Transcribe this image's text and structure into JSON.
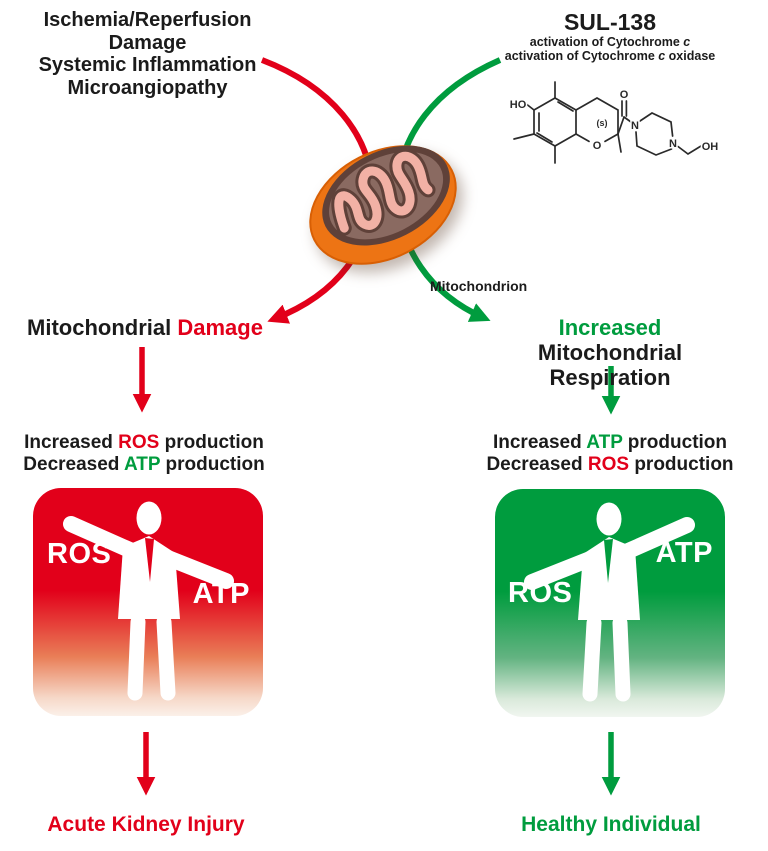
{
  "colors": {
    "pathway_red": "#E2001A",
    "pathway_green": "#009C3E",
    "mito_orange": "#ED7414",
    "mito_inner_brown": "#5F4139",
    "mito_cristae_pink": "#F2B1A5"
  },
  "causes": {
    "line1": "Ischemia/Reperfusion Damage",
    "line2": "Systemic Inflammation",
    "line3": "Microangiopathy"
  },
  "sul138": {
    "title": "SUL-138",
    "activation1_prefix": "activation of Cytochrome ",
    "activation1_italic": "c",
    "activation2_prefix": "activation of Cytochrome ",
    "activation2_italic": "c",
    "activation2_suffix": " oxidase",
    "molecule_atoms": {
      "ho": "HO",
      "ring_o": "O",
      "stereocenter": "(s)",
      "carbonyl_o": "O",
      "n1": "N",
      "n2": "N",
      "oh": "OH"
    }
  },
  "mitochondrion": {
    "label": "Mitochondrion"
  },
  "damage_path": {
    "heading_part1": "Mitochondrial ",
    "heading_part2": "Damage",
    "production_line1": {
      "a": "Increased ",
      "b": "ROS",
      "c": " production"
    },
    "production_line2": {
      "a": "Decreased ",
      "b": "ATP",
      "c": " production"
    },
    "figure": {
      "raised_label": "ROS",
      "lowered_label": "ATP"
    },
    "outcome": "Acute Kidney Injury"
  },
  "respiration_path": {
    "heading_part1": "Increased ",
    "heading_part2": "Mitochondrial",
    "heading_line2": "Respiration",
    "production_line1": {
      "a": "Increased ",
      "b": "ATP",
      "c": " production"
    },
    "production_line2": {
      "a": "Decreased ",
      "b": "ROS",
      "c": " production"
    },
    "figure": {
      "raised_label": "ATP",
      "lowered_label": "ROS"
    },
    "outcome": "Healthy Individual"
  }
}
